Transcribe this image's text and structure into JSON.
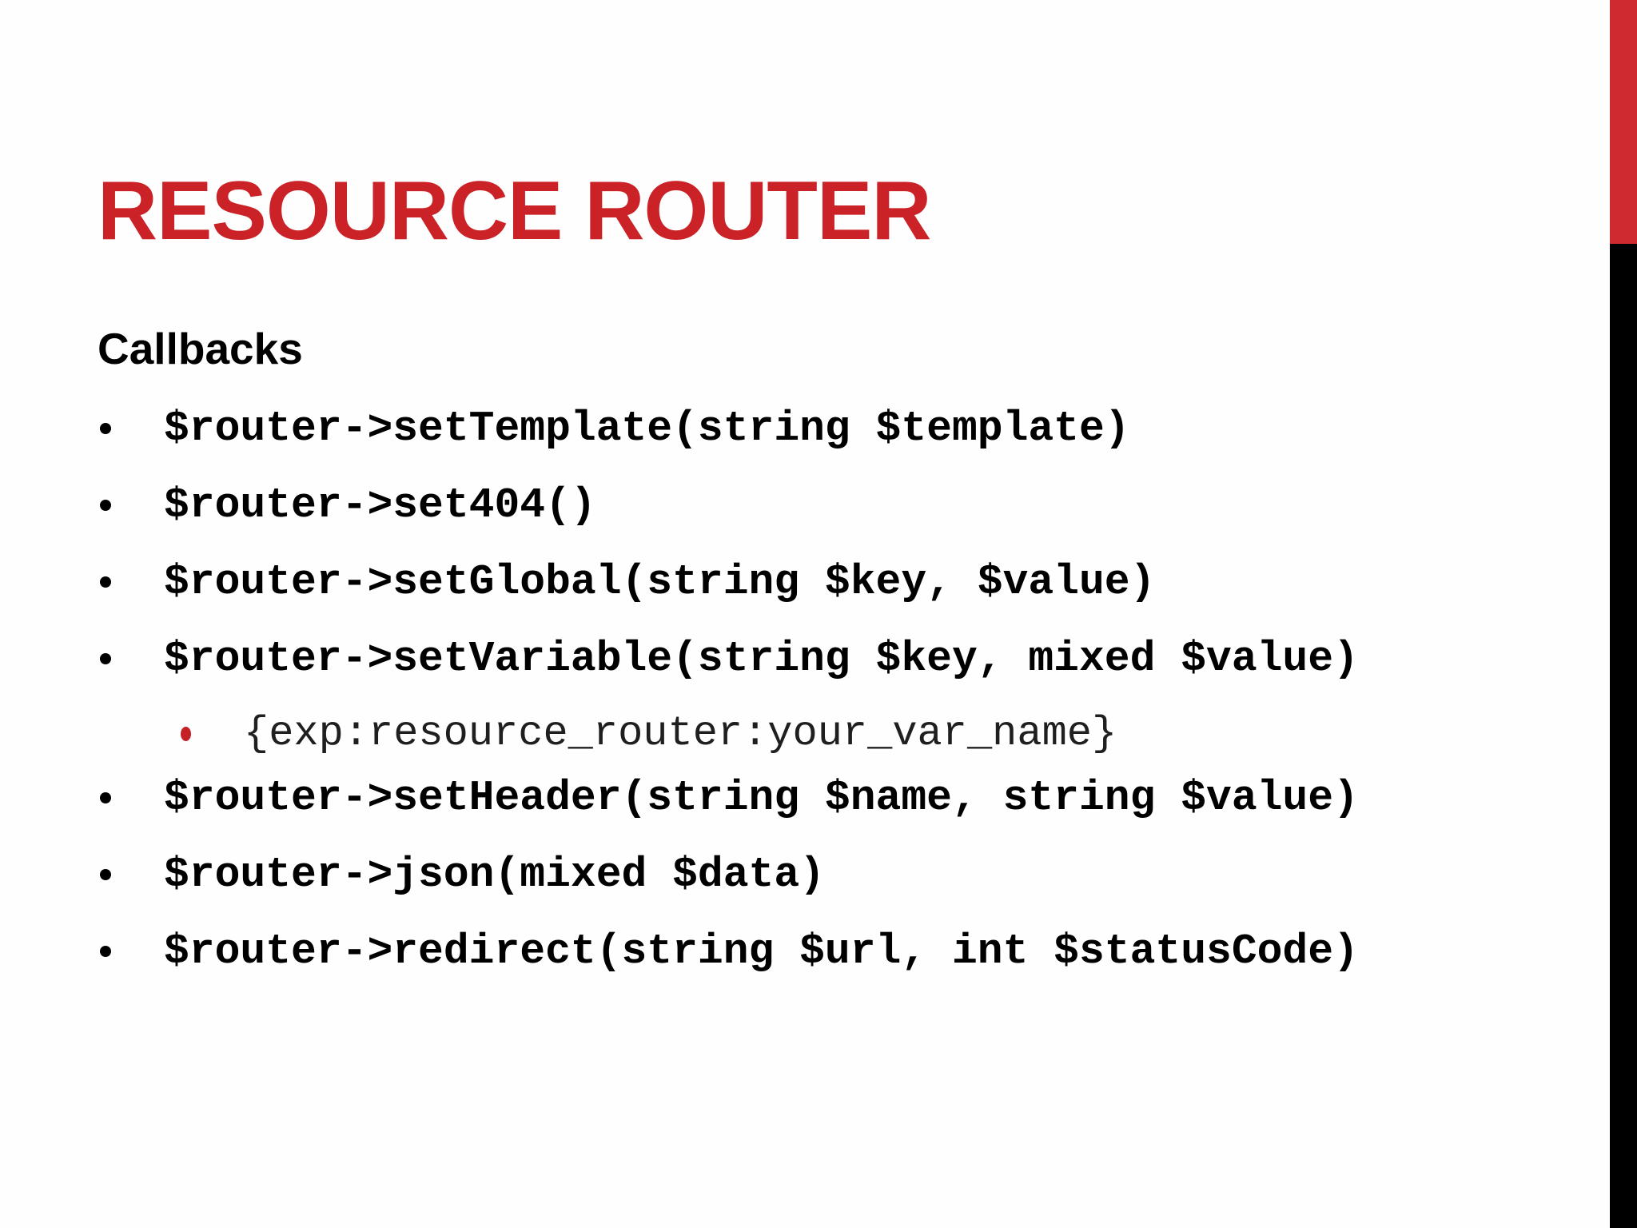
{
  "slide": {
    "title": "RESOURCE ROUTER",
    "section_heading": "Callbacks",
    "bullets": [
      {
        "level": 1,
        "text": "$router->setTemplate(string $template)"
      },
      {
        "level": 1,
        "text": "$router->set404()"
      },
      {
        "level": 1,
        "text": "$router->setGlobal(string $key, $value)"
      },
      {
        "level": 1,
        "text": "$router->setVariable(string $key, mixed $value)"
      },
      {
        "level": 2,
        "text": "{exp:resource_router:your_var_name}"
      },
      {
        "level": 1,
        "text": "$router->setHeader(string $name, string $value)"
      },
      {
        "level": 1,
        "text": "$router->json(mixed $data)"
      },
      {
        "level": 1,
        "text": "$router->redirect(string $url, int $statusCode)"
      }
    ],
    "colors": {
      "title_red": "#CB2228",
      "edge_bar_red": "#CF2A30",
      "edge_bar_black": "#000000",
      "bullet_text_black": "#000000",
      "sub_bullet_text_gray": "#1F1F1F",
      "sub_bullet_dot_red": "#C42127",
      "background": "#FEFEFE"
    }
  }
}
